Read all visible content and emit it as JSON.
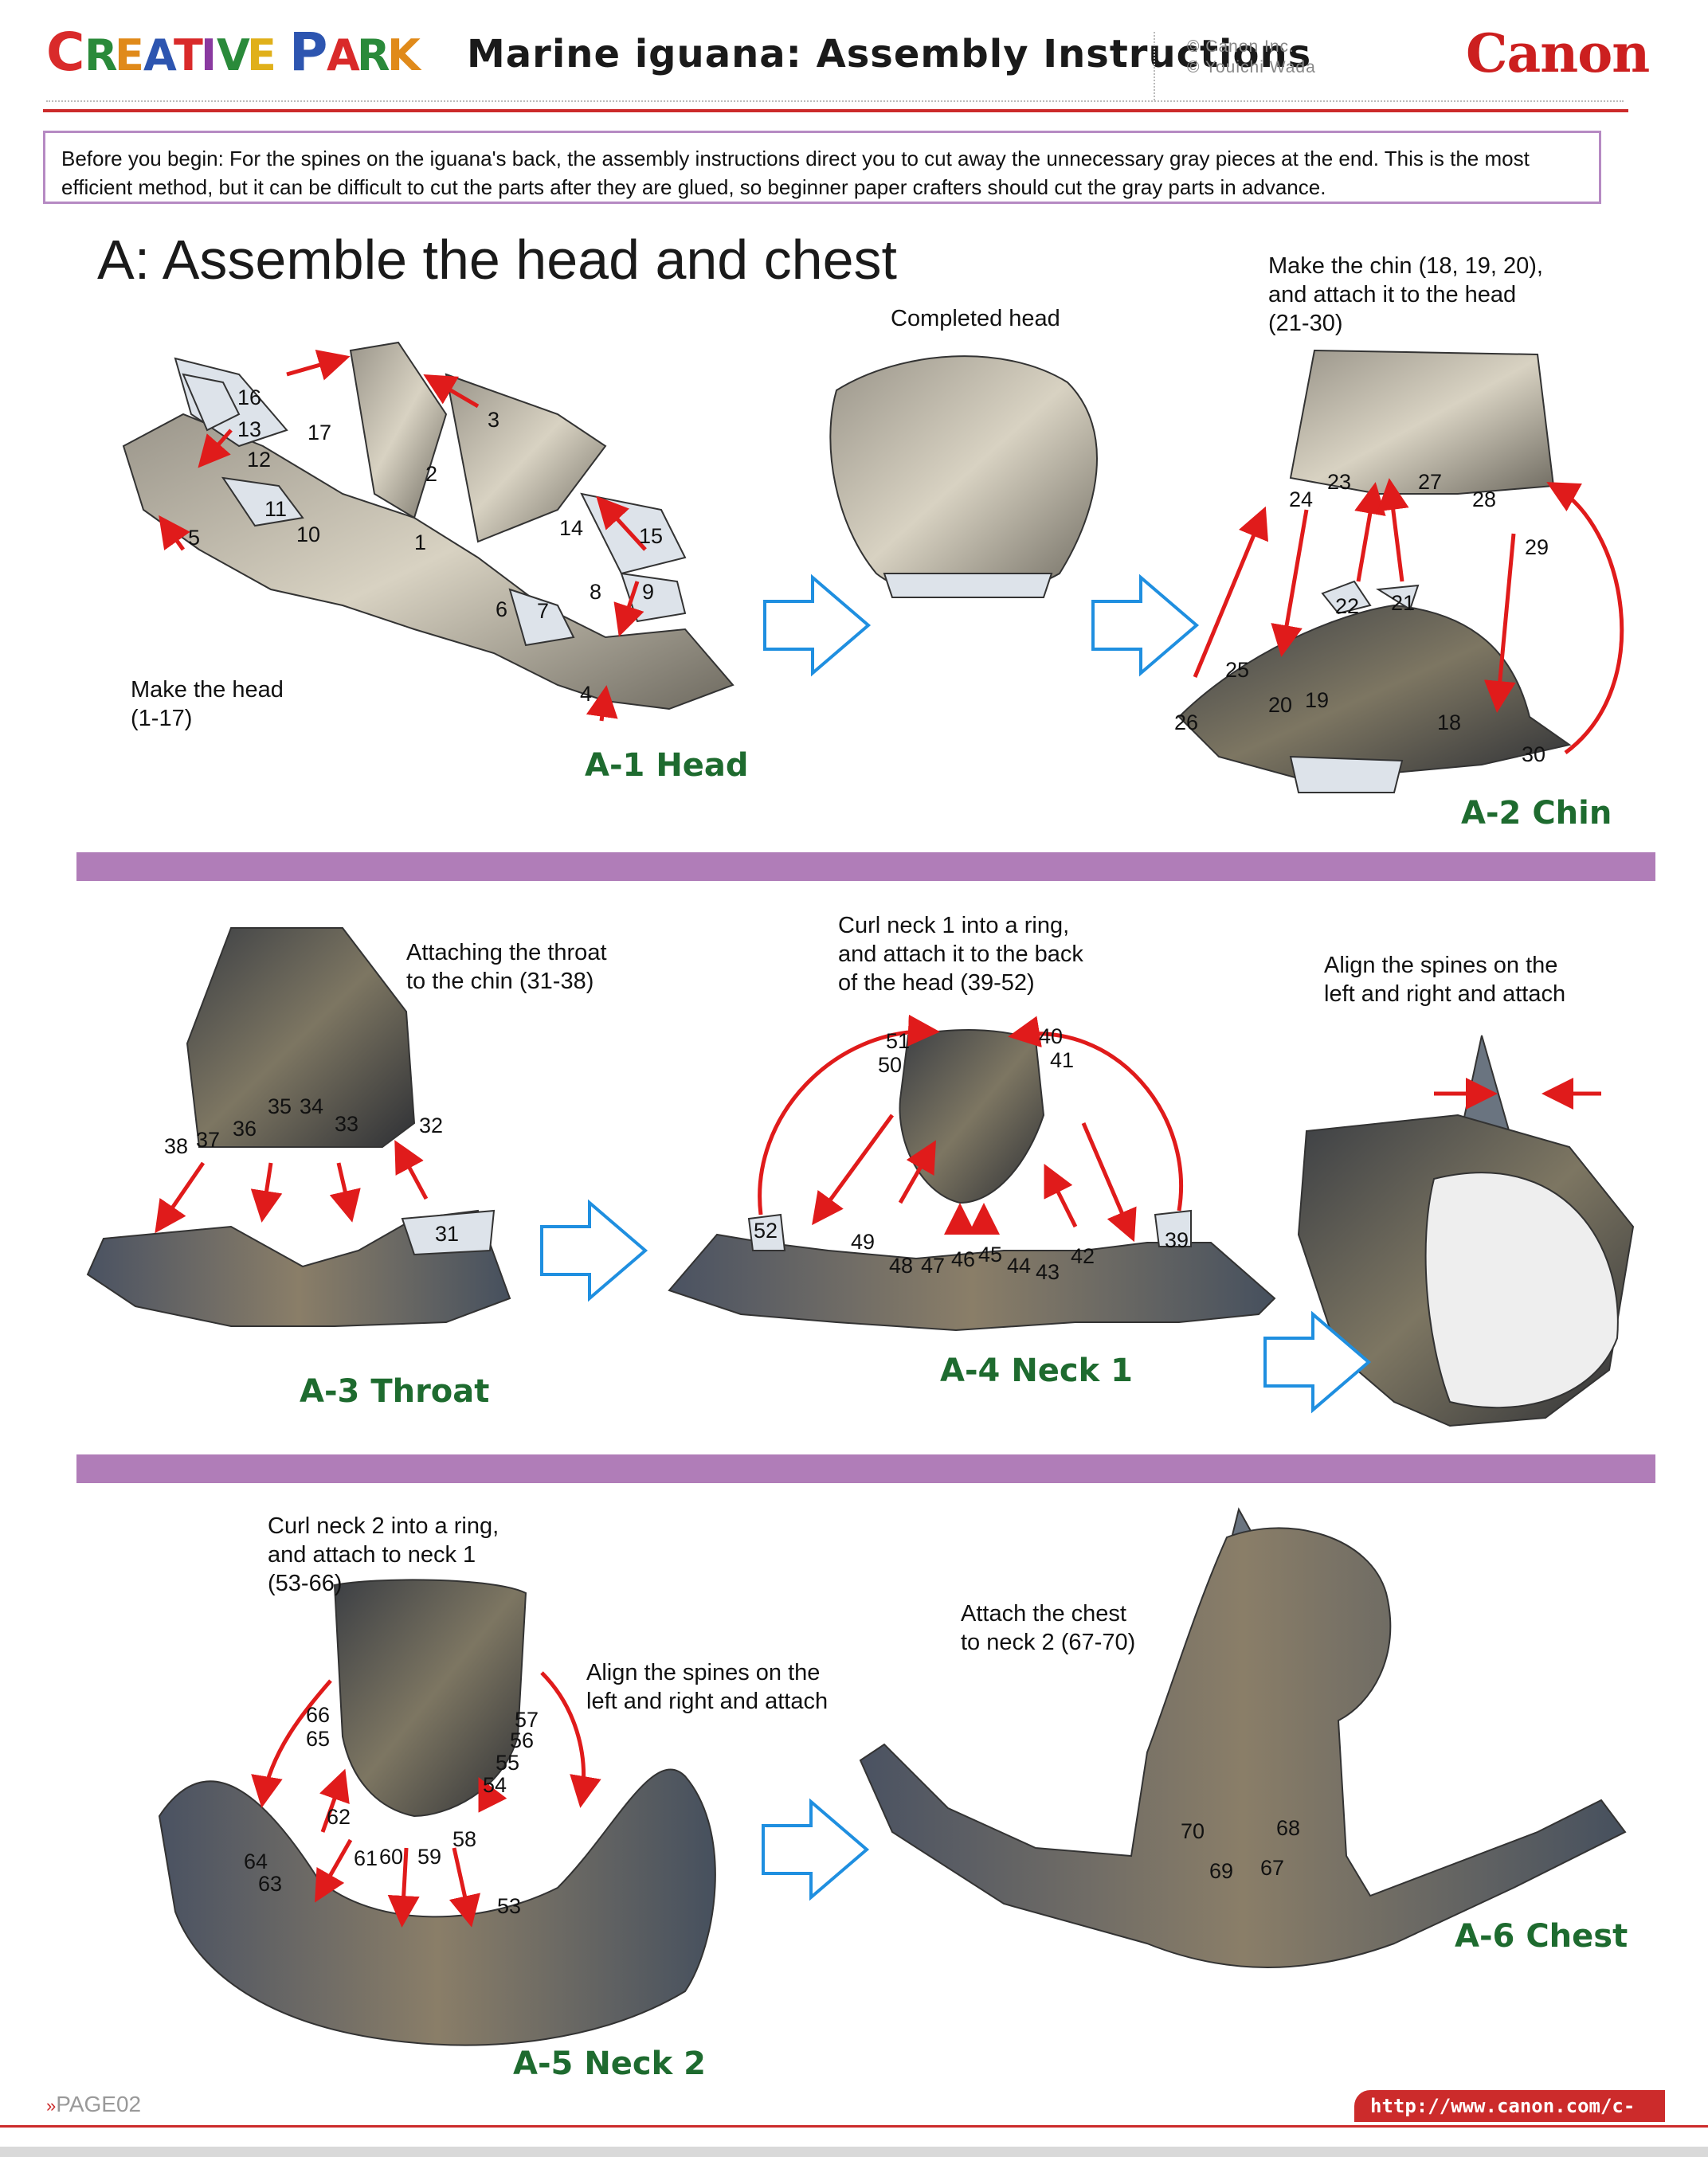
{
  "header": {
    "logo_text": "CREATIVE PARK",
    "title": "Marine iguana: Assembly Instructions",
    "copyright_line1": "© Canon Inc.",
    "copyright_line2": "© Youichi Wada",
    "brand": "Canon",
    "colors": {
      "brand_red": "#cc1f1f",
      "band_purple": "#b07db8",
      "step_green": "#1e6b2f",
      "arrow_blue": "#1f8fe0",
      "arrow_red": "#e01b1b"
    }
  },
  "notice": "Before you begin: For the spines on the iguana's back, the assembly instructions direct you to cut away the unnecessary gray pieces at the end. This is the most efficient method, but it can be difficult to cut the parts after they are glued, so beginner paper crafters should cut the gray parts in advance.",
  "section_title": "A: Assemble the head and chest",
  "steps": {
    "a1": {
      "label": "A-1 Head",
      "caption1": "Make the head",
      "caption2": "(1-17)",
      "numbers": [
        "16",
        "13",
        "12",
        "17",
        "11",
        "10",
        "5",
        "2",
        "3",
        "1",
        "14",
        "15",
        "8",
        "9",
        "6",
        "7",
        "4"
      ]
    },
    "completed": {
      "caption": "Completed head"
    },
    "a2": {
      "label": "A-2 Chin",
      "caption1": "Make the chin (18, 19, 20),",
      "caption2": "and attach it to the head",
      "caption3": "(21-30)",
      "numbers": [
        "24",
        "23",
        "27",
        "28",
        "29",
        "22",
        "21",
        "25",
        "20",
        "19",
        "18",
        "26",
        "30"
      ]
    },
    "a3": {
      "label": "A-3 Throat",
      "caption1": "Attaching the throat",
      "caption2": "to the chin (31-38)",
      "numbers": [
        "38",
        "37",
        "36",
        "35",
        "34",
        "33",
        "32",
        "31"
      ]
    },
    "a4": {
      "label": "A-4 Neck 1",
      "caption1": "Curl neck 1 into a ring,",
      "caption2": "and attach it to the back",
      "caption3": "of the head (39-52)",
      "numbers": [
        "51",
        "50",
        "40",
        "41",
        "52",
        "49",
        "48",
        "47",
        "46",
        "45",
        "44",
        "43",
        "42",
        "39"
      ]
    },
    "spines": {
      "caption1": "Align the spines on the",
      "caption2": "left and right and attach"
    },
    "a5": {
      "label": "A-5 Neck 2",
      "caption1": "Curl neck 2 into a ring,",
      "caption2": "and attach to neck 1",
      "caption3": "(53-66)",
      "side1": "Align the spines on the",
      "side2": "left and right and attach",
      "numbers": [
        "66",
        "65",
        "57",
        "56",
        "55",
        "54",
        "62",
        "58",
        "61",
        "60",
        "59",
        "64",
        "63",
        "53"
      ]
    },
    "a6": {
      "label": "A-6 Chest",
      "caption1": "Attach the chest",
      "caption2": "to neck 2 (67-70)",
      "numbers": [
        "70",
        "68",
        "69",
        "67"
      ]
    }
  },
  "footer": {
    "page": "PAGE02",
    "url": "http://www.canon.com/c-park/"
  }
}
